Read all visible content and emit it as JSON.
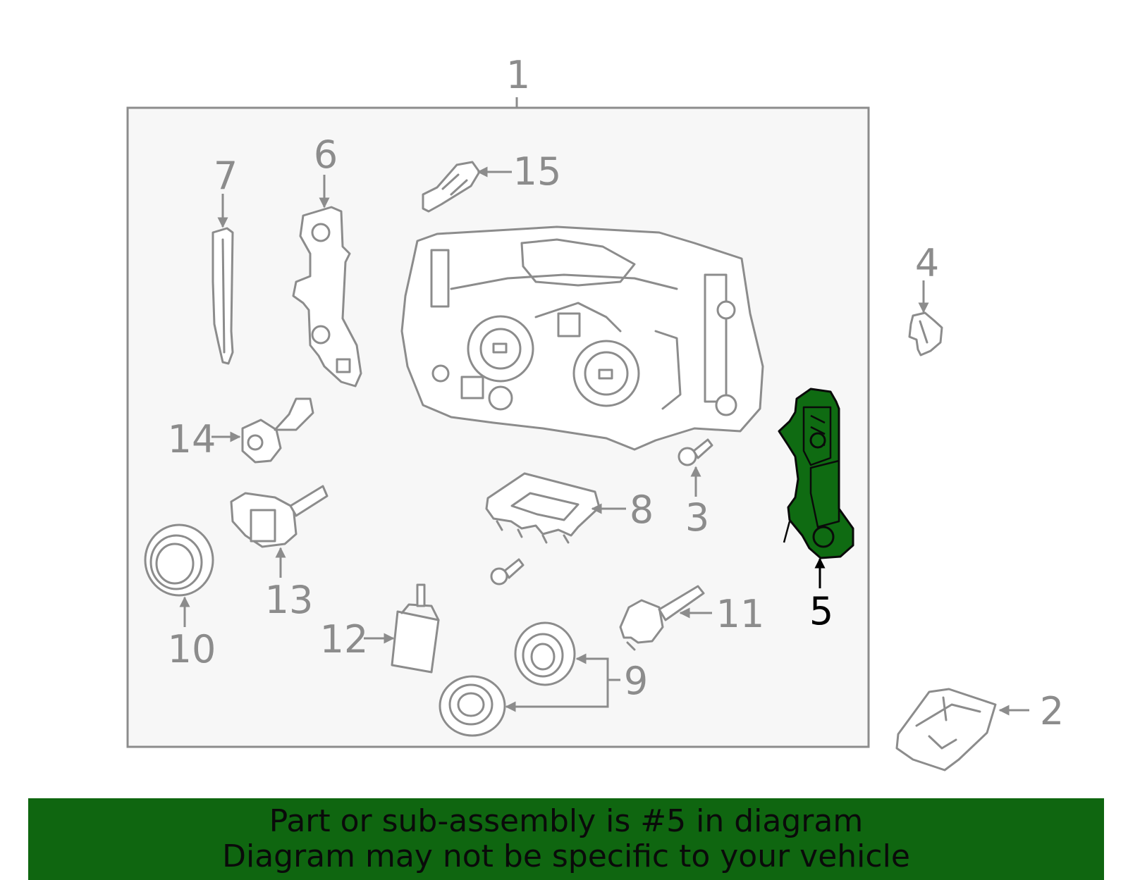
{
  "diagram": {
    "callouts": {
      "c1": "1",
      "c2": "2",
      "c3": "3",
      "c4": "4",
      "c5": "5",
      "c6": "6",
      "c7": "7",
      "c8": "8",
      "c9": "9",
      "c10": "10",
      "c11": "11",
      "c12": "12",
      "c13": "13",
      "c14": "14",
      "c15": "15"
    },
    "highlighted_part": "5",
    "colors": {
      "highlight": "#0f6b12",
      "line": "#8c8c8c",
      "panel": "#f7f7f7"
    }
  },
  "banner": {
    "line1": "Part or sub-assembly is #5 in diagram",
    "line2": "Diagram may not be specific to your vehicle",
    "background": "#0f6610"
  }
}
